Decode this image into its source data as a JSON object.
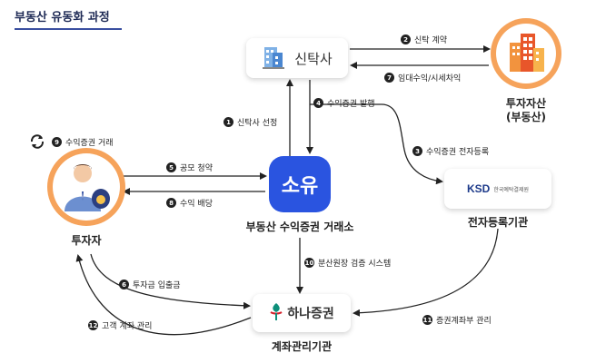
{
  "title": "부동산 유동화 과정",
  "nodes": {
    "trust": "신탁사",
    "asset": "투자자산\n(부동산)",
    "investor": "투자자",
    "exchange_logo": "소유",
    "exchange": "부동산 수익증권 거래소",
    "ksd_logo": "KSD",
    "ksd_sub": "한국예탁결제원",
    "ksd": "전자등록기관",
    "hana_logo": "하나증권",
    "hana": "계좌관리기관"
  },
  "steps": [
    {
      "num": "1",
      "text": "신탁사 선정"
    },
    {
      "num": "2",
      "text": "신탁 계약"
    },
    {
      "num": "3",
      "text": "수익증권 전자등록"
    },
    {
      "num": "4",
      "text": "수익증권 발행"
    },
    {
      "num": "5",
      "text": "공모 청약"
    },
    {
      "num": "6",
      "text": "투자금 입출금"
    },
    {
      "num": "7",
      "text": "임대수익/시세차익"
    },
    {
      "num": "8",
      "text": "수익 배당"
    },
    {
      "num": "9",
      "text": "수익증권 거래"
    },
    {
      "num": "10",
      "text": "분산원장 검증 시스템"
    },
    {
      "num": "11",
      "text": "증권계좌부 관리"
    },
    {
      "num": "12",
      "text": "고객 계좌 관리"
    }
  ],
  "colors": {
    "accent": "#2a54e0",
    "orange": "#f6a35b",
    "badge": "#222222"
  },
  "icons": [
    "building-icon",
    "skyscraper-icon",
    "investor-icon",
    "refresh-icon",
    "hana-logo-icon"
  ]
}
